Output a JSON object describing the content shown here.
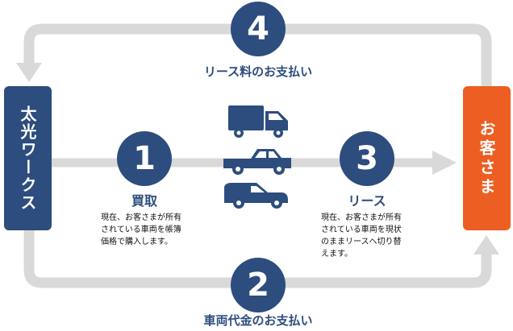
{
  "left_entity": {
    "label": "太光ワークス"
  },
  "right_entity": {
    "label": "お客さま"
  },
  "steps": [
    {
      "number": "1",
      "title": "買取",
      "description": "現在、お客さまが所有\nされている車両を帳簿\n価格で購入します。"
    },
    {
      "number": "2",
      "label": "車両代金のお支払い"
    },
    {
      "number": "3",
      "title": "リース",
      "description": "現在、お客さまが所有\nされている車両を現状\nのままリースへ切り替\nえます。"
    },
    {
      "number": "4",
      "label": "リース料のお支払い"
    }
  ],
  "vehicles": [
    "truck-icon",
    "pickup-truck-icon",
    "van-icon"
  ],
  "colors": {
    "navy": "#2c4d7d",
    "orange": "#ec5e22",
    "arrow_gray": "#d9d9d9"
  }
}
